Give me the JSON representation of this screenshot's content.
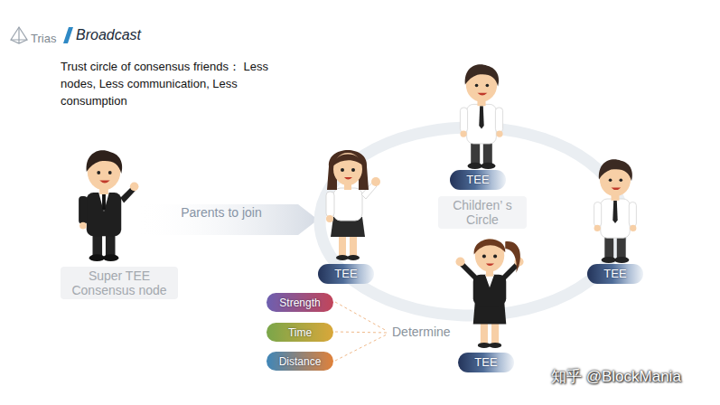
{
  "diagram": {
    "title": "Broadcast",
    "nodes": [
      {
        "text": [
          "Super TEE Consensus node"
        ]
      },
      {
        "text": [
          "Children’ s Circle"
        ]
      },
      {
        "text": [
          "TEE"
        ]
      },
      {
        "text": [
          "TEE"
        ]
      },
      {
        "text": [
          "TEE"
        ]
      },
      {
        "text": [
          "TEE"
        ]
      },
      {
        "text": [
          "Strength"
        ]
      },
      {
        "text": [
          "Time"
        ]
      },
      {
        "text": [
          "Distance"
        ]
      }
    ],
    "labels": [
      "Trias",
      "Trust circle of consensus friends： Less nodes, Less communication, Less consumption",
      "Parents to join",
      "Determine",
      "知乎 @BlockMania"
    ]
  }
}
